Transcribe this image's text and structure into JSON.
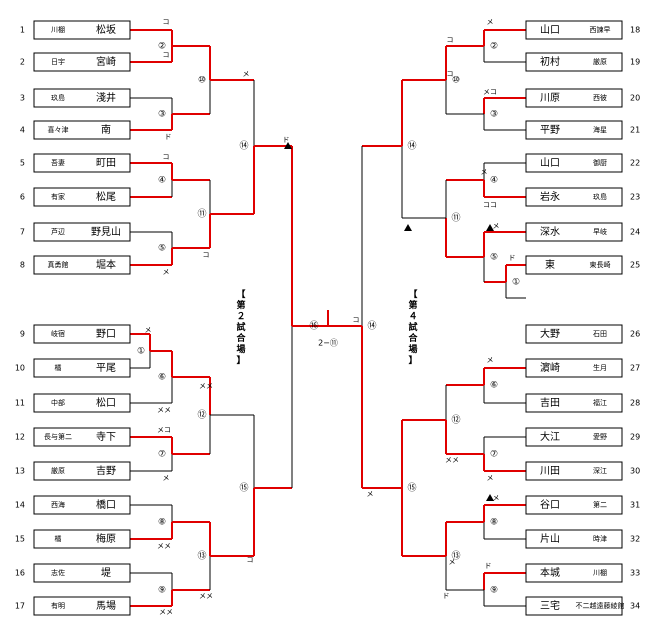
{
  "left_players": [
    {
      "seed": "1",
      "school": "川棚",
      "name": "松坂"
    },
    {
      "seed": "2",
      "school": "日宇",
      "name": "宮崎"
    },
    {
      "seed": "3",
      "school": "玖島",
      "name": "淺井"
    },
    {
      "seed": "4",
      "school": "喜々津",
      "name": "南"
    },
    {
      "seed": "5",
      "school": "吾妻",
      "name": "町田"
    },
    {
      "seed": "6",
      "school": "有家",
      "name": "松尾"
    },
    {
      "seed": "7",
      "school": "芦辺",
      "name": "野見山"
    },
    {
      "seed": "8",
      "school": "真勇館",
      "name": "堀本"
    },
    {
      "seed": "9",
      "school": "岐宿",
      "name": "野口"
    },
    {
      "seed": "10",
      "school": "橘",
      "name": "平尾"
    },
    {
      "seed": "11",
      "school": "中部",
      "name": "松口"
    },
    {
      "seed": "12",
      "school": "長与第二",
      "name": "寺下"
    },
    {
      "seed": "13",
      "school": "厳原",
      "name": "吉野"
    },
    {
      "seed": "14",
      "school": "西海",
      "name": "橋口"
    },
    {
      "seed": "15",
      "school": "橘",
      "name": "梅原"
    },
    {
      "seed": "16",
      "school": "志佐",
      "name": "堤"
    },
    {
      "seed": "17",
      "school": "有明",
      "name": "馬場"
    }
  ],
  "right_players": [
    {
      "seed": "18",
      "school": "西諫早",
      "name": "山口"
    },
    {
      "seed": "19",
      "school": "厳原",
      "name": "初村"
    },
    {
      "seed": "20",
      "school": "西彼",
      "name": "川原"
    },
    {
      "seed": "21",
      "school": "海星",
      "name": "平野"
    },
    {
      "seed": "22",
      "school": "御厨",
      "name": "山口"
    },
    {
      "seed": "23",
      "school": "玖島",
      "name": "岩永"
    },
    {
      "seed": "24",
      "school": "早岐",
      "name": "深水"
    },
    {
      "seed": "25",
      "school": "東長崎",
      "name": "東"
    },
    {
      "seed": "26",
      "school": "石田",
      "name": "大野"
    },
    {
      "seed": "27",
      "school": "生月",
      "name": "濵崎"
    },
    {
      "seed": "28",
      "school": "福江",
      "name": "吉田"
    },
    {
      "seed": "29",
      "school": "愛野",
      "name": "大江"
    },
    {
      "seed": "30",
      "school": "深江",
      "name": "川田"
    },
    {
      "seed": "31",
      "school": "第二",
      "name": "谷口"
    },
    {
      "seed": "32",
      "school": "時津",
      "name": "片山"
    },
    {
      "seed": "33",
      "school": "川棚",
      "name": "本城"
    },
    {
      "seed": "34",
      "school": "不二越遠藤綾館",
      "name": "三宅"
    }
  ],
  "match_numbers": [
    "①",
    "②",
    "③",
    "④",
    "⑤",
    "⑥",
    "⑦",
    "⑧",
    "⑨",
    "⑩",
    "⑪",
    "⑫",
    "⑬",
    "⑭",
    "⑮",
    "⑯"
  ],
  "labels": {
    "left_court": "【\n第\n２\n試\n合\n場\n】",
    "right_court": "【\n第\n４\n試\n合\n場\n】",
    "final_score": "2−⑪"
  },
  "marks": {
    "ko": "コ",
    "me": "メ",
    "do": "ド",
    "mm": "メメ",
    "mk": "メコ",
    "kk": "ココ"
  },
  "colors": {
    "win": "#e00000",
    "line": "#000000"
  }
}
